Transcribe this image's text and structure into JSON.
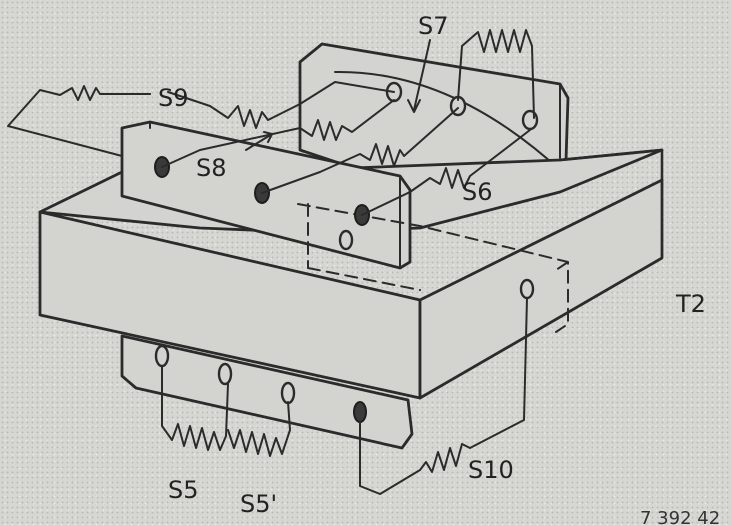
{
  "labels": {
    "s5": "S5",
    "s5_prime": "S5'",
    "s6": "S6",
    "s7": "S7",
    "s8": "S8",
    "s9": "S9",
    "s10": "S10",
    "t2": "T2",
    "reference": "7 392 42"
  }
}
